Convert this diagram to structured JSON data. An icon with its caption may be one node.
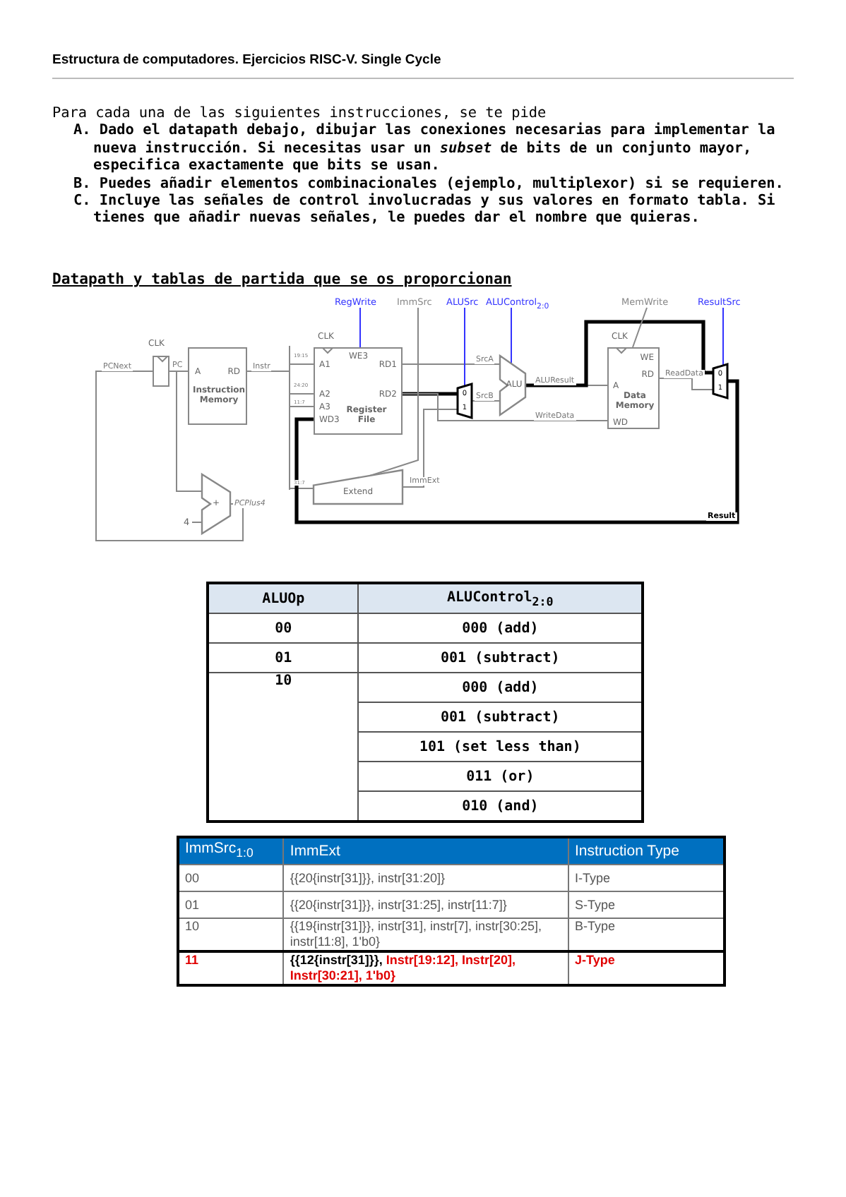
{
  "diagram": {
    "title": "Estructura de computadores. Ejercicios RISC-V. Single Cycle",
    "nodes": [
      {
        "text": [
          "CLK"
        ]
      },
      {
        "text": [
          "A",
          "RD",
          "Instruction Memory"
        ]
      },
      {
        "text": [
          "CLK",
          "A1",
          "A2",
          "A3",
          "WD3",
          "WE3",
          "RD1",
          "RD2",
          "Register File"
        ]
      },
      {
        "text": [
          "Extend"
        ]
      },
      {
        "text": [
          "+"
        ],
        "beside": [
          "PCPlus4"
        ]
      },
      {
        "text": [
          "0",
          "1"
        ]
      },
      {
        "text": [
          "ALU"
        ]
      },
      {
        "text": [
          "CLK",
          "WE",
          "A",
          "RD",
          "Data Memory",
          "WD"
        ]
      },
      {
        "text": [
          "0",
          "1"
        ]
      },
      {
        "text": [
          "4"
        ]
      },
      {
        "text": [
          "RegWrite"
        ]
      },
      {
        "text": [
          "ImmSrc"
        ]
      },
      {
        "text": [
          "ALUSrc"
        ]
      },
      {
        "text": [
          "ALUControl$_{2:0}$"
        ]
      },
      {
        "text": [
          "MemWrite"
        ]
      },
      {
        "text": [
          "ResultSrc"
        ]
      }
    ],
    "edges": [
      {
        "from": 4,
        "to": 0,
        "arrow": "none",
        "label": "PCNext"
      },
      {
        "from": 0,
        "to": 1,
        "arrow": "none",
        "label": "PC"
      },
      {
        "from": 0,
        "to": 4,
        "arrow": "none"
      },
      {
        "from": 9,
        "to": 4,
        "arrow": "none"
      },
      {
        "from": 1,
        "to": 2,
        "arrow": "none",
        "label": "Instr"
      },
      {
        "from": 1,
        "to": 3,
        "arrow": "none"
      },
      {
        "from": 2,
        "to": 6,
        "arrow": "none",
        "label": "SrcA"
      },
      {
        "from": 2,
        "to": 5,
        "arrow": "none",
        "style": "thick",
        "color": "#000000"
      },
      {
        "from": 3,
        "to": 5,
        "arrow": "none",
        "label": "ImmExt"
      },
      {
        "from": 5,
        "to": 6,
        "arrow": "none",
        "label": "SrcB"
      },
      {
        "from": 6,
        "to": 7,
        "arrow": "none",
        "label": "ALUResult"
      },
      {
        "from": 6,
        "to": 8,
        "arrow": "none",
        "style": "thick",
        "color": "#000000"
      },
      {
        "from": 2,
        "to": 7,
        "arrow": "none",
        "label": "WriteData"
      },
      {
        "from": 7,
        "to": 8,
        "arrow": "none",
        "label": "ReadData"
      },
      {
        "from": 8,
        "to": 2,
        "arrow": "none",
        "label": "Result",
        "style": "thick",
        "color": "#000000"
      },
      {
        "from": 10,
        "to": 2,
        "arrow": "none",
        "color": "#3333ff"
      },
      {
        "from": 11,
        "to": 3,
        "arrow": "none"
      },
      {
        "from": 12,
        "to": 5,
        "arrow": "none",
        "color": "#3333ff"
      },
      {
        "from": 13,
        "to": 6,
        "arrow": "none",
        "color": "#3333ff"
      },
      {
        "from": 14,
        "to": 7,
        "arrow": "none"
      },
      {
        "from": 15,
        "to": 8,
        "arrow": "none",
        "color": "#3333ff"
      }
    ],
    "labels": [
      "Para cada una de las siguientes instrucciones, se te pide",
      "A. Dado el datapath debajo, dibujar las conexiones necesarias para implementar la nueva instrucción. Si necesitas usar un *subset* de bits de un conjunto mayor, especifica exactamente que bits se usan.",
      "B. Puedes añadir elementos combinacionales (ejemplo, multiplexor) si se requieren.",
      "C. Incluye las señales de control involucradas y sus valores en formato tabla. Si tienes que añadir nuevas señales, le puedes dar el nombre que quieras.",
      "Datapath y tablas de partida que se os proporcionan",
      "19:15",
      "24:20",
      "11:7",
      "31:7",
      "ALUOp",
      "ALUControl$_{2:0}$",
      "00",
      "000 (add)",
      "01",
      "001 (subtract)",
      "10",
      "000 (add)",
      "001 (subtract)",
      "101 (set less than)",
      "011 (or)",
      "010 (and)",
      "ImmSrc$_{1:0}$",
      "ImmExt",
      "Instruction Type",
      "00",
      "{{20{instr[31]}}, instr[31:20]}",
      "I-Type",
      "01",
      "{{20{instr[31]}}, instr[31:25], instr[11:7]}",
      "S-Type",
      "10",
      "{{19{instr[31]}}, instr[31], instr[7], instr[30:25], instr[11:8], 1'b0}",
      "B-Type",
      "11",
      "**{{12{instr[31]}},** Instr[19:12], Instr[20], Instr[30:21], 1'b0}",
      "J-Type"
    ]
  }
}
